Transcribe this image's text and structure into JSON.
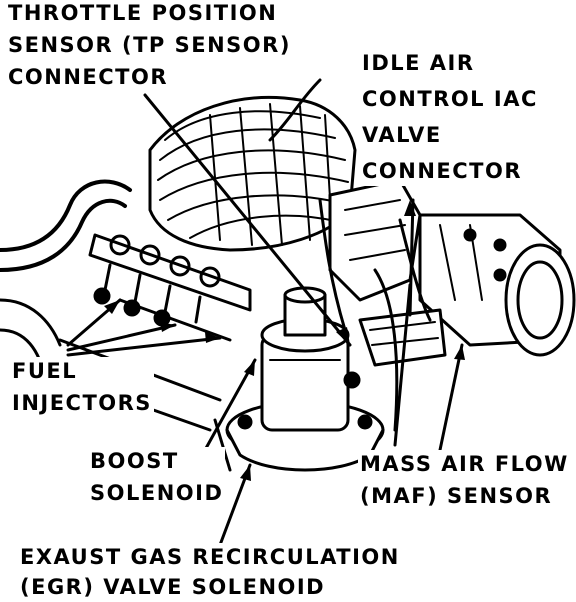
{
  "labels": {
    "tps": [
      "THROTTLE POSITION",
      "SENSOR (TP SENSOR)",
      "CONNECTOR"
    ],
    "iac": [
      "IDLE AIR",
      "CONTROL IAC",
      "VALVE",
      "CONNECTOR"
    ],
    "fuel_injectors": [
      "FUEL",
      "INJECTORS"
    ],
    "boost_solenoid": [
      "BOOST",
      "SOLENOID"
    ],
    "maf": [
      "MASS AIR FLOW",
      "(MAF) SENSOR"
    ],
    "egr": [
      "EXAUST GAS RECIRCULATION",
      "(EGR) VALVE SOLENOID"
    ]
  },
  "colors": {
    "ink": "#000000",
    "paper": "#ffffff"
  }
}
